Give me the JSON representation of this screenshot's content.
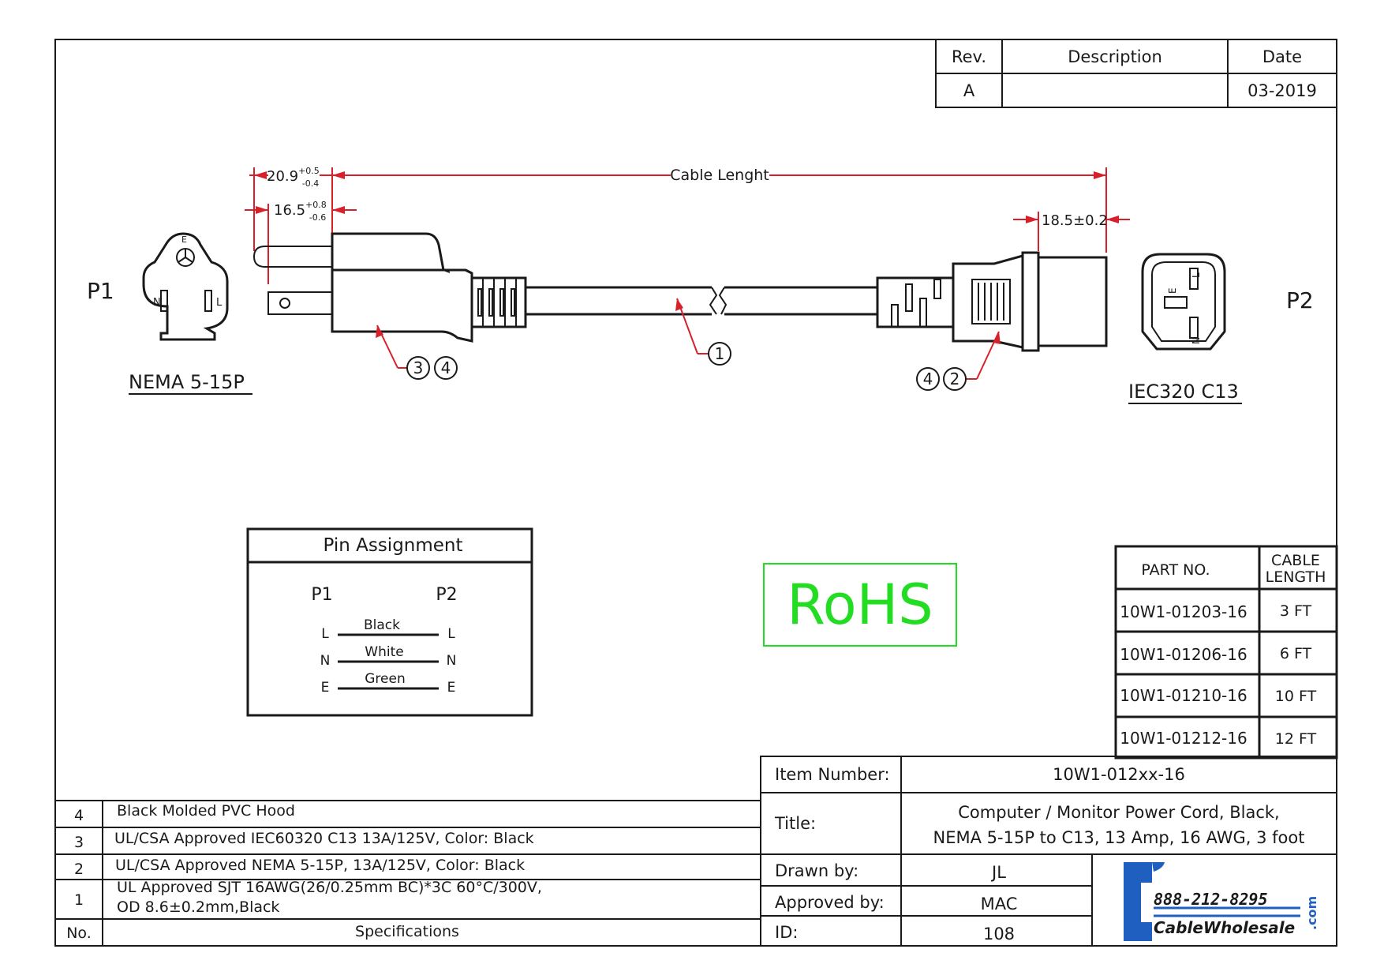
{
  "revision_table": {
    "headers": [
      "Rev.",
      "Description",
      "Date"
    ],
    "row": {
      "rev": "A",
      "description": "",
      "date": "03-2019"
    }
  },
  "dimensions": {
    "cable_length": "Cable Lenght",
    "d1_base": "20.9",
    "d1_sup": "+0.5",
    "d1_sub": "-0.4",
    "d2_base": "16.5",
    "d2_sup": "+0.8",
    "d2_sub": "-0.6",
    "d3": "18.5±0.2"
  },
  "connectors": {
    "p1": {
      "label": "P1",
      "name": "NEMA 5-15P",
      "pins": [
        "E",
        "N",
        "L"
      ]
    },
    "p2": {
      "label": "P2",
      "name": "IEC320 C13",
      "pins": [
        "L",
        "E",
        "N"
      ]
    }
  },
  "callouts": {
    "hood_a": "3",
    "hood_b": "4",
    "cable": "1",
    "c13_a": "4",
    "c13_b": "2"
  },
  "pin_assignment": {
    "title": "Pin Assignment",
    "p1": "P1",
    "p2": "P2",
    "rows": [
      {
        "p1": "L",
        "color": "Black",
        "p2": "L"
      },
      {
        "p1": "N",
        "color": "White",
        "p2": "N"
      },
      {
        "p1": "E",
        "color": "Green",
        "p2": "E"
      }
    ]
  },
  "rohs": {
    "label": "RoHS",
    "color": "#22dd22"
  },
  "parts_table": {
    "headers": [
      "PART NO.",
      "CABLE",
      "LENGTH"
    ],
    "rows": [
      {
        "part": "10W1-01203-16",
        "length": "3 FT"
      },
      {
        "part": "10W1-01206-16",
        "length": "6 FT"
      },
      {
        "part": "10W1-01210-16",
        "length": "10 FT"
      },
      {
        "part": "10W1-01212-16",
        "length": "12 FT"
      }
    ]
  },
  "specs": {
    "rows": [
      {
        "no": "4",
        "text": [
          "Black Molded PVC Hood"
        ]
      },
      {
        "no": "3",
        "text": [
          "UL/CSA Approved IEC60320 C13 13A/125V,  Color: Black"
        ]
      },
      {
        "no": "2",
        "text": [
          "UL/CSA Approved NEMA 5-15P, 13A/125V,  Color: Black"
        ]
      },
      {
        "no": "1",
        "text": [
          "UL Approved  SJT 16AWG(26/0.25mm BC)*3C 60°C/300V,",
          "OD 8.6±0.2mm,Black"
        ]
      }
    ],
    "footer_no": "No.",
    "footer_spec": "Specifications"
  },
  "title_block": {
    "item_number_label": "Item Number:",
    "item_number": "10W1-012xx-16",
    "title_label": "Title:",
    "title_lines": [
      "Computer / Monitor Power Cord, Black,",
      "NEMA 5-15P to C13, 13 Amp, 16 AWG, 3 foot"
    ],
    "drawn_by_label": "Drawn by:",
    "drawn_by": "JL",
    "approved_by_label": "Approved by:",
    "approved_by": "MAC",
    "id_label": "ID:",
    "id": "108"
  },
  "logo": {
    "phone": "888-212-8295",
    "brand": "CableWholesale",
    "tld": ".com",
    "color": "#1f5fbf"
  }
}
